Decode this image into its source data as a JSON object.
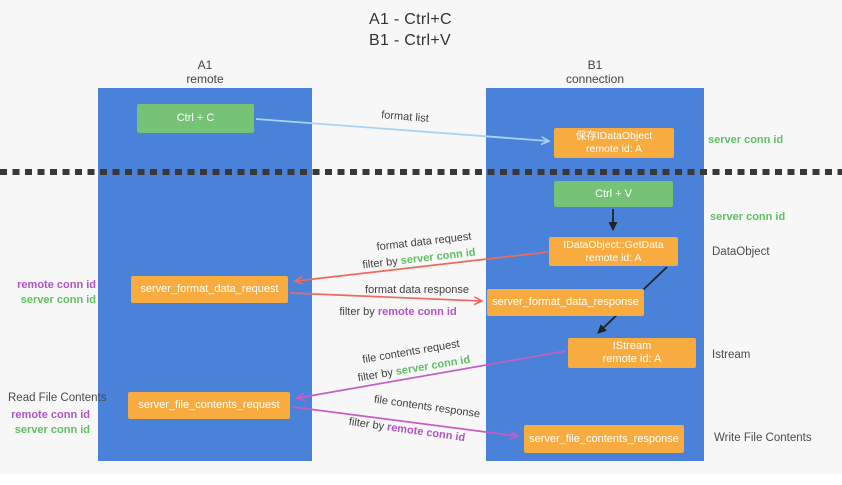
{
  "title": {
    "line1": "A1 - Ctrl+C",
    "line2": "B1 - Ctrl+V"
  },
  "columns": {
    "left": {
      "name": "A1",
      "subtitle": "remote"
    },
    "right": {
      "name": "B1",
      "subtitle": "connection"
    }
  },
  "boxes": {
    "ctrl_c": {
      "label": "Ctrl + C"
    },
    "save_dataobject": {
      "line1": "保存IDataObject",
      "line2": "remote id: A"
    },
    "ctrl_v": {
      "label": "Ctrl + V"
    },
    "getdata": {
      "line1": "IDataObject::GetData",
      "line2": "remote id: A"
    },
    "format_request": {
      "label": "server_format_data_request"
    },
    "format_response": {
      "label": "server_format_data_response"
    },
    "istream": {
      "line1": "IStream",
      "line2": "remote id: A"
    },
    "file_request": {
      "label": "server_file_contents_request"
    },
    "file_response": {
      "label": "server_file_contents_response"
    }
  },
  "arrow_labels": {
    "format_list": "format list",
    "format_data_request": "format data request",
    "format_data_response": "format data response",
    "file_contents_request": "file contents request",
    "file_contents_response": "file contents response",
    "filter_by": "filter by ",
    "server_conn_id": "server conn id",
    "remote_conn_id": "remote conn id"
  },
  "side_labels": {
    "right_server_conn_id_top": "server conn id",
    "right_server_conn_id_mid": "server conn id",
    "right_dataobject": "DataObject",
    "right_istream": "Istream",
    "right_write_file_contents": "Write File Contents",
    "left_remote_conn_id_1": "remote conn id",
    "left_server_conn_id_1": "server conn id",
    "left_read_file_contents": "Read File Contents",
    "left_remote_conn_id_2": "remote conn id",
    "left_server_conn_id_2": "server conn id"
  },
  "colors": {
    "column_blue": "#4a82d9",
    "box_green": "#77c376",
    "box_orange": "#f8ac40",
    "arrow_light_blue": "#a9d3f5",
    "arrow_salmon": "#ee6a5f",
    "arrow_magenta": "#c45ec5",
    "arrow_black": "#222222",
    "label_green": "#5fbf63",
    "label_purple": "#af54c6",
    "dashed_line": "#383838"
  }
}
